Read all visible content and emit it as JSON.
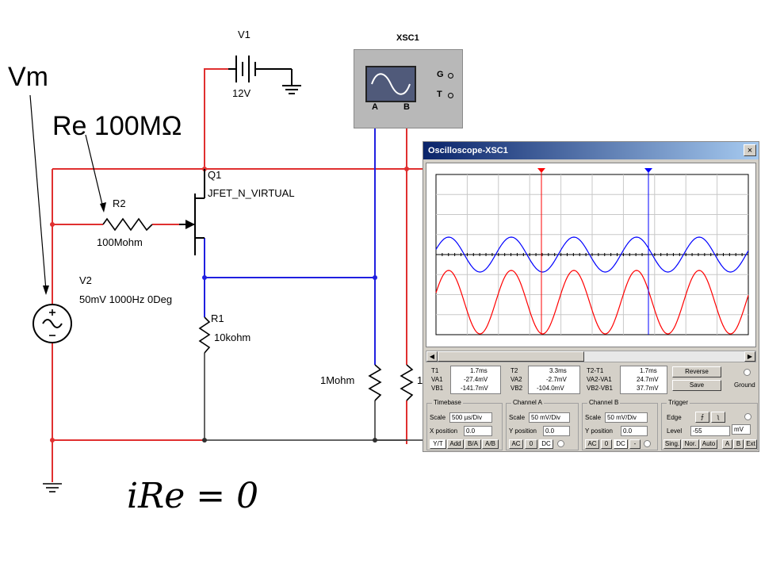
{
  "annotations": {
    "vm": "Vm",
    "re": "Re 100MΩ",
    "formula": "iRe = 0"
  },
  "schematic": {
    "v1": {
      "name": "V1",
      "value": "12V"
    },
    "q1": {
      "name": "Q1",
      "model": "JFET_N_VIRTUAL"
    },
    "r2": {
      "name": "R2",
      "value": "100Mohm"
    },
    "v2": {
      "name": "V2",
      "value": "50mV 1000Hz 0Deg"
    },
    "r1": {
      "name": "R1",
      "value": "10kohm"
    },
    "r_scope": {
      "value": "1Mohm",
      "value_cut": "1"
    },
    "xsc1": {
      "name": "XSC1",
      "term_g": "G",
      "term_t": "T",
      "term_a": "A",
      "term_b": "B"
    }
  },
  "oscilloscope": {
    "title": "Oscilloscope-XSC1",
    "close": "×",
    "readout": {
      "row_labels_1": [
        "T1",
        "VA1",
        "VB1"
      ],
      "values_1": [
        "1.7ms",
        "-27.4mV",
        "-141.7mV"
      ],
      "row_labels_2": [
        "T2",
        "VA2",
        "VB2"
      ],
      "values_2": [
        "3.3ms",
        "-2.7mV",
        "-104.0mV"
      ],
      "row_labels_3": [
        "T2-T1",
        "VA2-VA1",
        "VB2-VB1"
      ],
      "values_3": [
        "1.7ms",
        "24.7mV",
        "37.7mV"
      ]
    },
    "reverse_button": "Reverse",
    "save_button": "Save",
    "ground": "Ground",
    "timebase": {
      "title": "Timebase",
      "scale_label": "Scale",
      "scale_value": "500 µs/Div",
      "xpos_label": "X position",
      "xpos_value": "0.0",
      "buttons": [
        "Y/T",
        "Add",
        "B/A",
        "A/B"
      ]
    },
    "channel_a": {
      "title": "Channel A",
      "scale_label": "Scale",
      "scale_value": "50 mV/Div",
      "ypos_label": "Y position",
      "ypos_value": "0.0",
      "buttons": [
        "AC",
        "0",
        "DC"
      ]
    },
    "channel_b": {
      "title": "Channel B",
      "scale_label": "Scale",
      "scale_value": "50 mV/Div",
      "ypos_label": "Y position",
      "ypos_value": "0.0",
      "buttons": [
        "AC",
        "0",
        "DC",
        "-"
      ]
    },
    "trigger": {
      "title": "Trigger",
      "edge_label": "Edge",
      "level_label": "Level",
      "level_value": "-55",
      "level_unit": "mV",
      "buttons": [
        "Sing.",
        "Nor.",
        "Auto",
        "A",
        "B",
        "Ext"
      ]
    },
    "colors": {
      "channel_a": "#ff0000",
      "channel_b": "#0000ff"
    }
  }
}
